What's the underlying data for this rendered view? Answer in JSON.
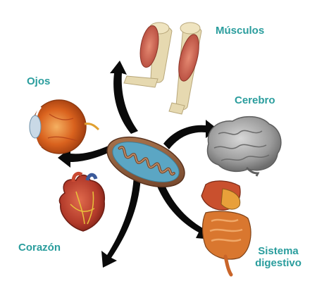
{
  "labels": {
    "musculos": "Músculos",
    "ojos": "Ojos",
    "cerebro": "Cerebro",
    "corazon": "Corazón",
    "digestivo_line1": "Sistema",
    "digestivo_line2": "digestivo"
  },
  "colors": {
    "label": "#2a9d9d",
    "arrow": "#0a0a0a",
    "mitochondria_outer": "#8b5a3c",
    "mitochondria_inner": "#5ba6c4",
    "muscle": "#c85a4a",
    "bone": "#e6d9b0",
    "brain": "#a8a8a8",
    "eye": "#d9621e",
    "heart": "#b23a2a",
    "digestive": "#d9772f"
  }
}
